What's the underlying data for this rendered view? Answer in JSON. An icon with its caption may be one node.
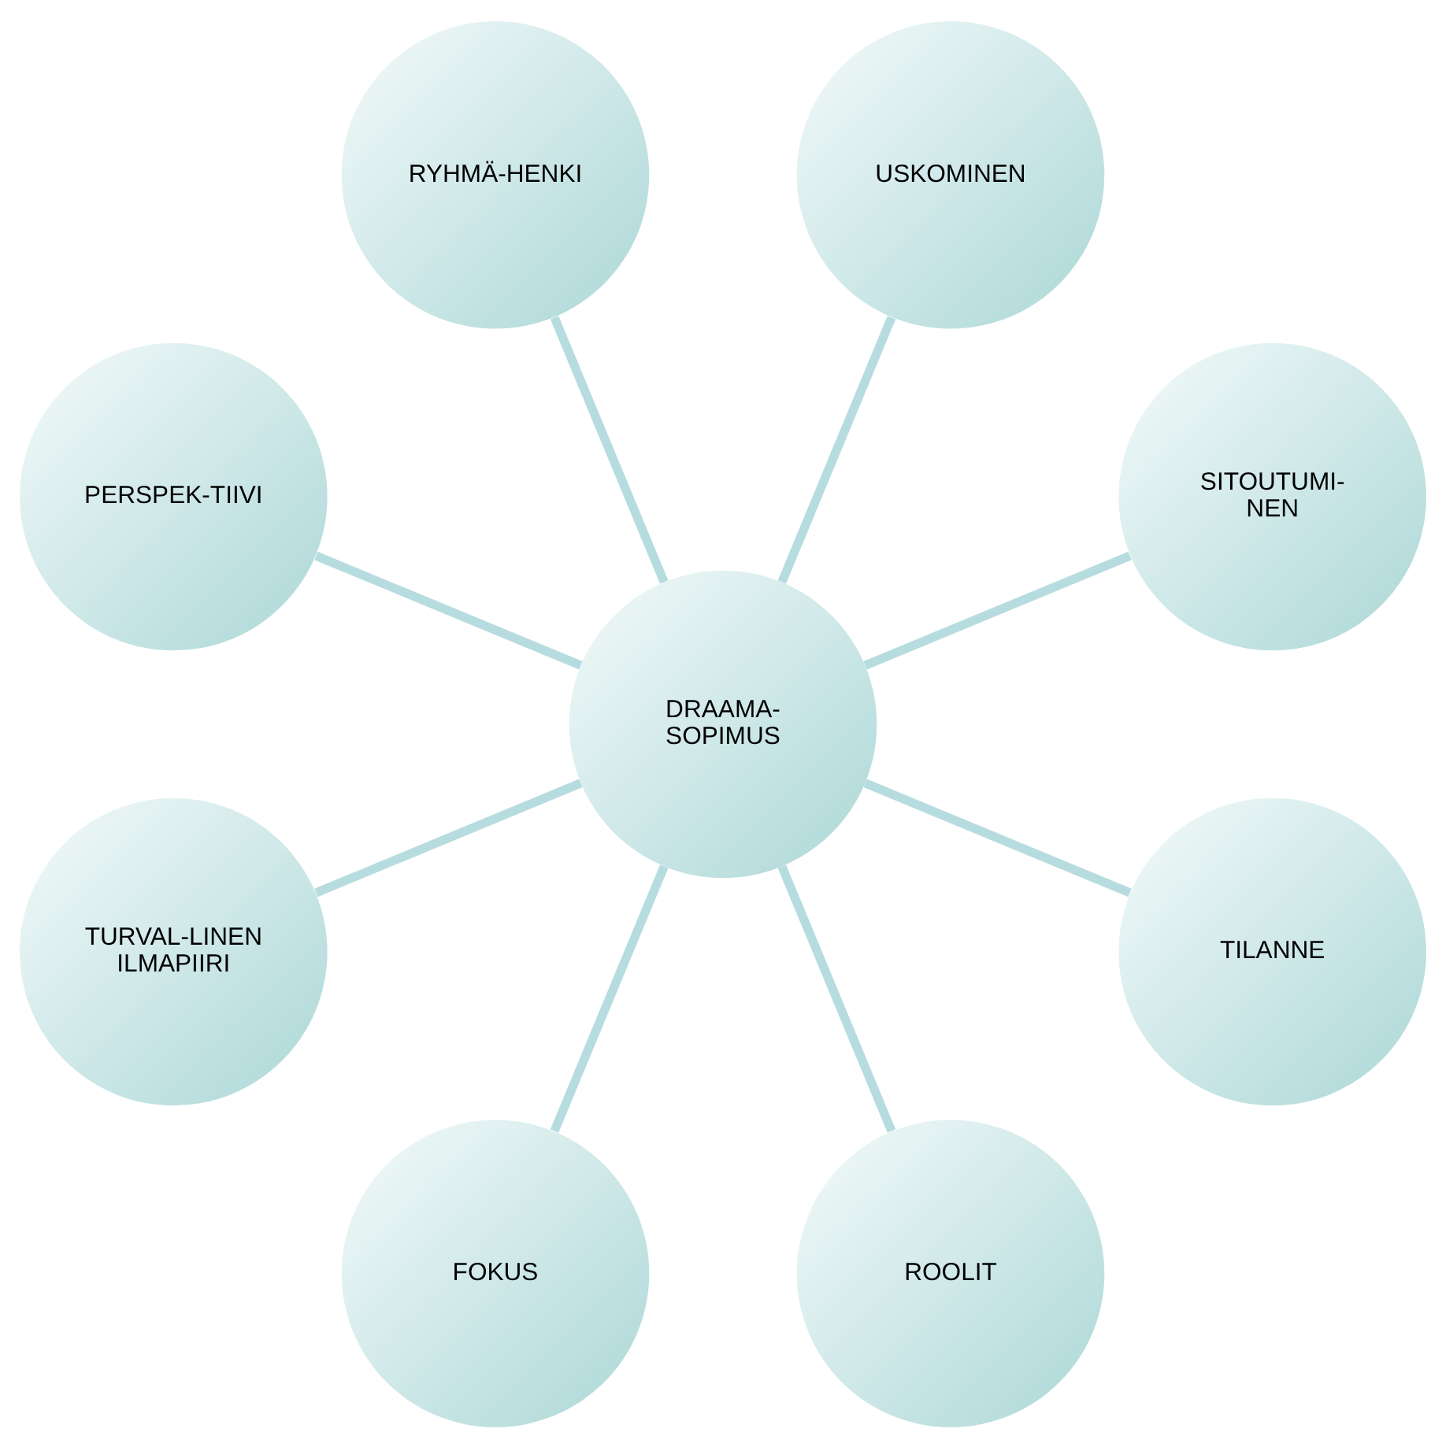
{
  "diagram": {
    "nodes": [
      {
        "text": [
          "SITOUTUMI- NEN"
        ]
      },
      {
        "text": [
          "USKOMINEN"
        ]
      },
      {
        "text": [
          "RYHMÄ-HENKI"
        ]
      },
      {
        "text": [
          "DRAAMA- SOPIMUS"
        ]
      },
      {
        "text": [
          "PERSPEK-TIIVI"
        ]
      },
      {
        "text": [
          "TURVAL-LINEN ILMAPIIRI"
        ]
      },
      {
        "text": [
          "FOKUS"
        ]
      },
      {
        "text": [
          "ROOLIT"
        ]
      },
      {
        "text": [
          "TILANNE"
        ]
      }
    ],
    "edges": [
      {
        "from": 3,
        "to": 0,
        "arrow": "none"
      },
      {
        "from": 3,
        "to": 2,
        "arrow": "none"
      },
      {
        "from": 3,
        "to": 5,
        "arrow": "none"
      },
      {
        "from": 3,
        "to": 7,
        "arrow": "none"
      },
      {
        "from": 3,
        "to": 8,
        "arrow": "none"
      },
      {
        "from": 3,
        "to": 6,
        "arrow": "none"
      },
      {
        "from": 3,
        "to": 4,
        "arrow": "none"
      },
      {
        "from": 3,
        "to": 1,
        "arrow": "none"
      }
    ]
  }
}
